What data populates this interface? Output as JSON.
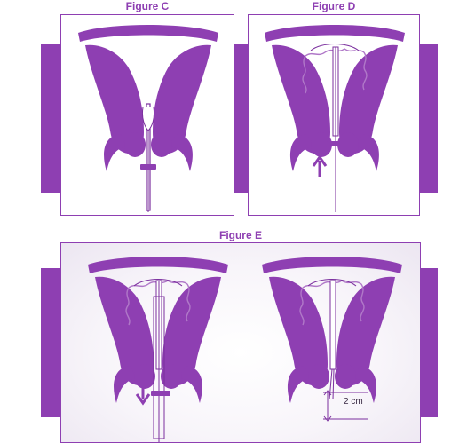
{
  "figures": {
    "c": {
      "title": "Figure C"
    },
    "d": {
      "title": "Figure D"
    },
    "e": {
      "title": "Figure E",
      "measure_label": "2 cm"
    }
  },
  "colors": {
    "purple": "#8e3fb2",
    "purple_dark": "#7b2f9e",
    "line": "#b078c8",
    "white": "#ffffff"
  }
}
